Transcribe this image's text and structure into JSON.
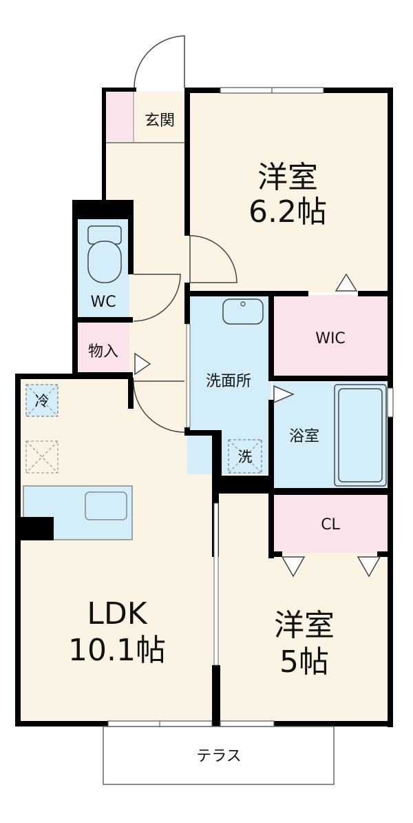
{
  "rooms": {
    "genkan": "玄関",
    "yoshitsu1_name": "洋室",
    "yoshitsu1_size": "6.2帖",
    "wc": "WC",
    "wic": "WIC",
    "monoire": "物入",
    "senmenjo": "洗面所",
    "yokushitsu": "浴室",
    "cl": "CL",
    "ldk_name": "LDK",
    "ldk_size": "10.1帖",
    "yoshitsu2_name": "洋室",
    "yoshitsu2_size": "5帖",
    "terrace": "テラス"
  },
  "symbols": {
    "fridge": "冷",
    "washer": "洗"
  },
  "colors": {
    "wall": "#000000",
    "room_floor": "#fbf4e4",
    "wet_area": "#d4eef9",
    "storage": "#fbe3ec",
    "entrance_tile": "#fbe3ec"
  }
}
